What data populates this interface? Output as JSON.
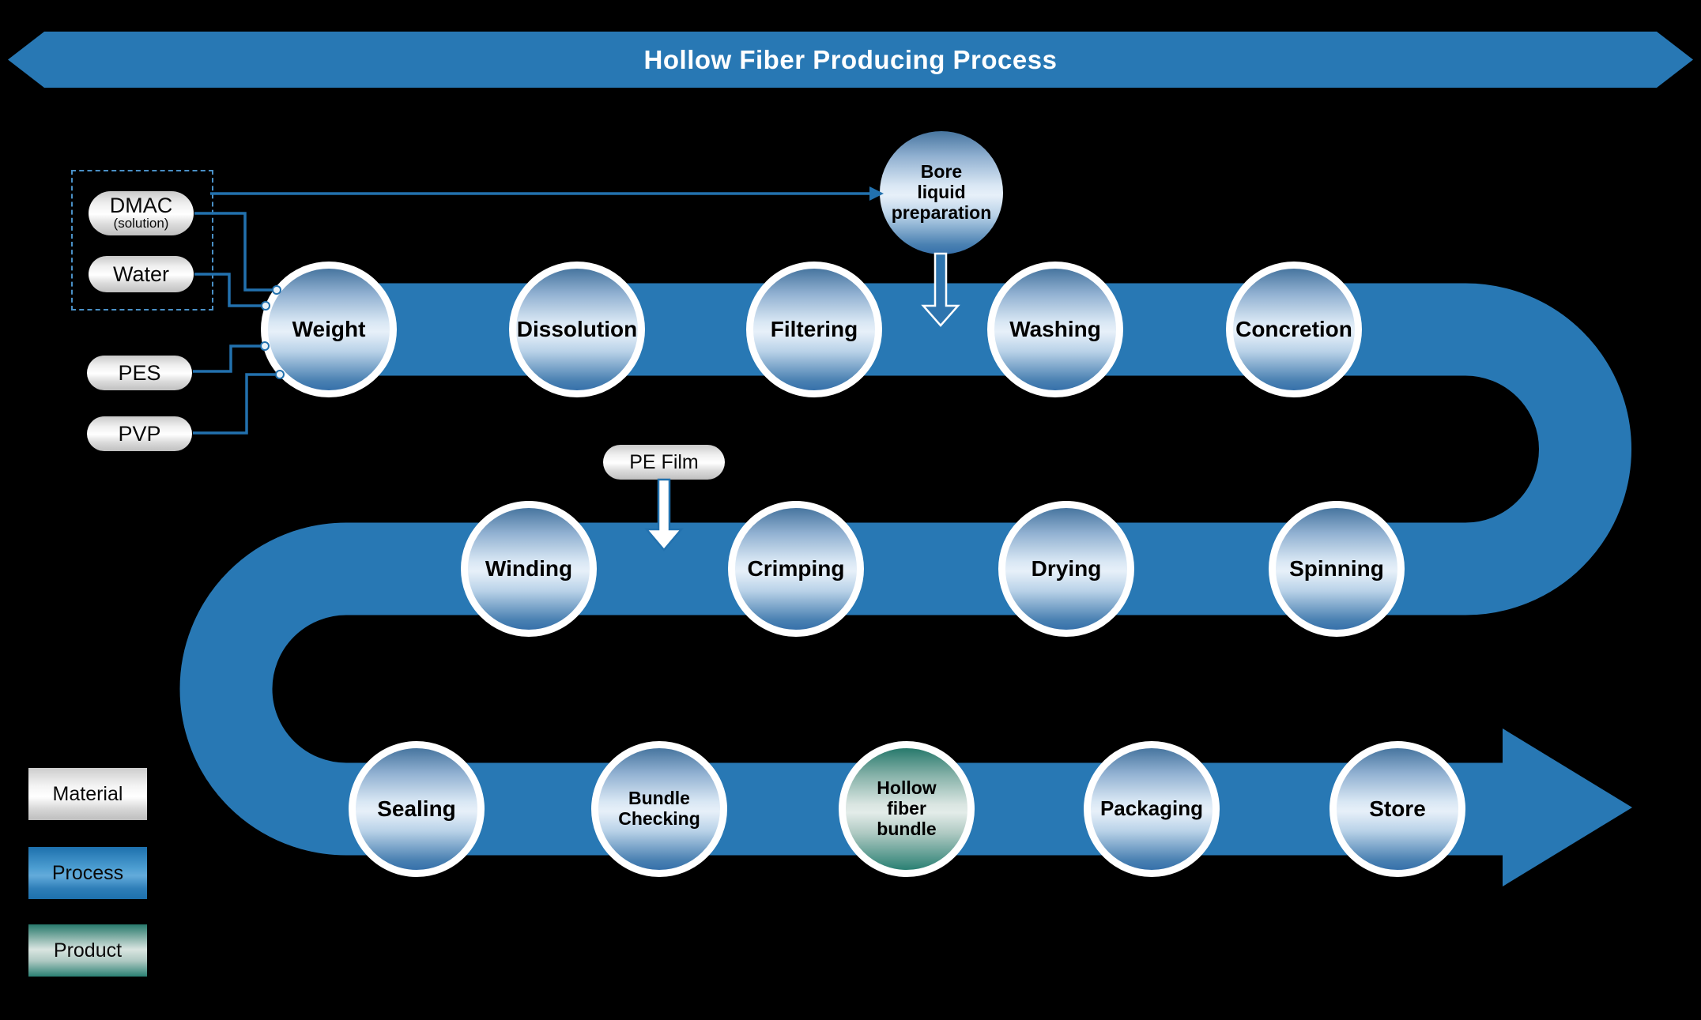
{
  "title": "Hollow Fiber Producing Process",
  "materials": {
    "dmac": {
      "label": "DMAC",
      "sub": "(solution)"
    },
    "water": {
      "label": "Water"
    },
    "pes": {
      "label": "PES"
    },
    "pvp": {
      "label": "PVP"
    },
    "pe_film": {
      "label": "PE Film"
    }
  },
  "aux": {
    "bore": "Bore\nliquid\npreparation"
  },
  "flow": {
    "row1": [
      "Weight",
      "Dissolution",
      "Filtering",
      "Washing",
      "Concretion"
    ],
    "row2": [
      "Winding",
      "Crimping",
      "Drying",
      "Spinning"
    ],
    "row3": [
      "Sealing",
      "Bundle\nChecking",
      "Hollow\nfiber\nbundle",
      "Packaging",
      "Store"
    ]
  },
  "legend": {
    "material": "Material",
    "process": "Process",
    "product": "Product"
  },
  "colors": {
    "flow_blue": "#2878b4",
    "connector_blue": "#2271ae",
    "product_teal": "#2a8073",
    "background": "#000000"
  }
}
